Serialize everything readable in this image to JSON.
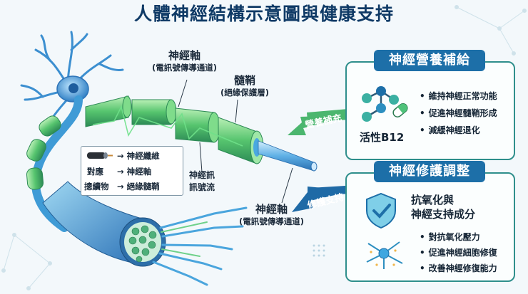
{
  "title": "人體神經結構示意圖與健康支持",
  "labels": {
    "axon_top": {
      "main": "神經軸",
      "sub": "(電訊號傳導通道)"
    },
    "myelin": {
      "main": "髓鞘",
      "sub": "(絕緣保護層)"
    },
    "signal": {
      "line1": "神經訊",
      "line2": "訊號流"
    },
    "axon_bottom": {
      "main": "神經軸",
      "sub": "(電訊號傳導通道)"
    }
  },
  "legend": {
    "rows": [
      {
        "left": "",
        "right": "神經纖維"
      },
      {
        "left": "對應",
        "right": "神經軸"
      },
      {
        "left": "摠續物",
        "right": "絕緣髓鞘"
      }
    ]
  },
  "arrows": {
    "nutrition": "營養補充",
    "repair": "修護支持"
  },
  "panel_nutrition": {
    "title": "神經營養補給",
    "caption": "活性B12",
    "bullets": [
      "維持神經正常功能",
      "促進神經髓鞘形成",
      "減緩神經退化"
    ]
  },
  "panel_repair": {
    "title": "神經修護調整",
    "heading_line1": "抗氧化與",
    "heading_line2": "神經支持成分",
    "bullets": [
      "對抗氧化壓力",
      "促進神經細胞修復",
      "改善神經修復能力"
    ]
  },
  "colors": {
    "navy": "#0f3a66",
    "teal": "#2f8f8c",
    "blue": "#1d6fa8",
    "green": "#4fc27a",
    "cyan": "#3b9bd6"
  }
}
